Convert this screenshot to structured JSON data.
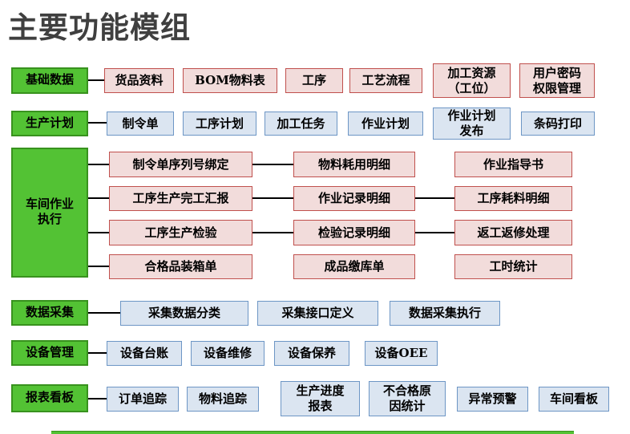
{
  "title": "主要功能模组",
  "colors": {
    "title_color": "#3F3F3F",
    "category_fill": "#53C234",
    "category_border": "#38921E",
    "pink_fill": "#F2DCDB",
    "pink_border": "#C0504D",
    "blue_fill": "#DBE5F1",
    "blue_border": "#6D96C5",
    "connector": "#000000"
  },
  "rows": [
    {
      "category": "基础数据",
      "style": "pink",
      "items": [
        "货品资料",
        "BOM物料表",
        "工序",
        "工艺流程",
        "加工资源\n（工位）",
        "用户密码\n权限管理"
      ]
    },
    {
      "category": "生产计划",
      "style": "blue",
      "items": [
        "制令单",
        "工序计划",
        "加工任务",
        "作业计划",
        "作业计划\n发布",
        "条码打印"
      ]
    },
    {
      "category": "车间作业\n执行",
      "style": "pink",
      "grid": {
        "col1": [
          "制令单序列号绑定",
          "工序生产完工汇报",
          "工序生产检验",
          "合格品装箱单"
        ],
        "col2": [
          "物料耗用明细",
          "作业记录明细",
          "检验记录明细",
          "成品缴库单"
        ],
        "col3": [
          "作业指导书",
          "工序耗料明细",
          "返工返修处理",
          "工时统计"
        ]
      }
    },
    {
      "category": "数据采集",
      "style": "blue",
      "items": [
        "采集数据分类",
        "采集接口定义",
        "数据采集执行"
      ]
    },
    {
      "category": "设备管理",
      "style": "blue",
      "items": [
        "设备台账",
        "设备维修",
        "设备保养",
        "设备OEE"
      ]
    },
    {
      "category": "报表看板",
      "style": "blue",
      "items": [
        "订单追踪",
        "物料追踪",
        "生产进度\n报表",
        "不合格原\n因统计",
        "异常预警",
        "车间看板"
      ]
    }
  ]
}
